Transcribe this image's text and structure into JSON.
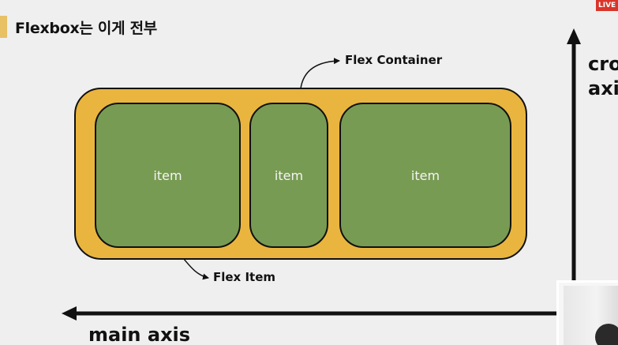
{
  "slide": {
    "title": "Flexbox는 이게 전부",
    "badge": "LIVE"
  },
  "diagram": {
    "container_label": "Flex Container",
    "item_label": "Flex Item",
    "items": [
      "item",
      "item",
      "item"
    ],
    "cross_axis_label": "cross\naxis",
    "main_axis_label": "main axis"
  },
  "colors": {
    "container_fill": "#e9b53f",
    "item_fill": "#789b53",
    "accent_bar": "#e8c165",
    "background": "#efefef"
  }
}
